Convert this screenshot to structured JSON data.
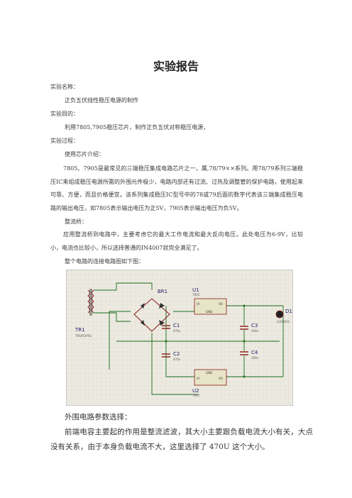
{
  "title": "实验报告",
  "sections": {
    "name_label": "实验名称：",
    "name_value": "正负五伏线性稳压电源的制作",
    "purpose_label": "实验目的：",
    "purpose_value": "利用7805,7905稳压芯片，制作正负五伏对称稳压电源，",
    "process_label": "实验过程：",
    "chip_intro_label": "使用芯片介绍：",
    "chip_intro_text": "7805、7905是最常见的三端稳压集成电路芯片之一，属,78/79××系列。用78/79系列三端稳压IC来组成稳压电源所需的外围元件极少，电路内部还有过流、过热及调整管的保护电路，使用起来可靠、方便，而且价格便宜。该系列集成稳压IC型号中的78或79后面的数字代表该三端集成稳压电路的输出电压，如7805表示输出电压为正5V，7905表示输出电压为负5V。",
    "rectifier_label": "整流桥：",
    "rectifier_text": "应用整流桥到电路中，主要考虑它的最大工作电流和最大反向电压。此处电压为6-9V，比较小，电流也比较小，所以选择普通的IN4007就完全满足了。",
    "circuit_intro": "整个电路的连接电路图如下图：",
    "params_label": "外围电路参数选择：",
    "params_text": "前端电容主要起的作用是整流滤波，其大小主要跟负载电流大小有关，大点没有关系，由于本身负载电流不大，这里选择了 470U 这个大小。"
  },
  "circuit": {
    "tr_label": "TR1",
    "tr_sub": "TRSAT2P5S",
    "br_label": "BR1",
    "u1_label": "U1",
    "u1_sub": "7805",
    "u2_label": "U2",
    "u2_sub": "7905",
    "c1_label": "C1",
    "c1_val": "470u",
    "c2_label": "C2",
    "c2_val": "470u",
    "c3_label": "C3",
    "c3_val": "100n",
    "c4_label": "C4",
    "c4_val": "100n",
    "d1_label": "D1",
    "d1_sub": "LED-RED",
    "vi": "VI",
    "vo": "VO",
    "gnd": "GND",
    "colors": {
      "wire": "#1a6b1a",
      "component": "#8b1a1a",
      "chip": "#e8e4c8",
      "grid": "#cfcbbd"
    }
  }
}
